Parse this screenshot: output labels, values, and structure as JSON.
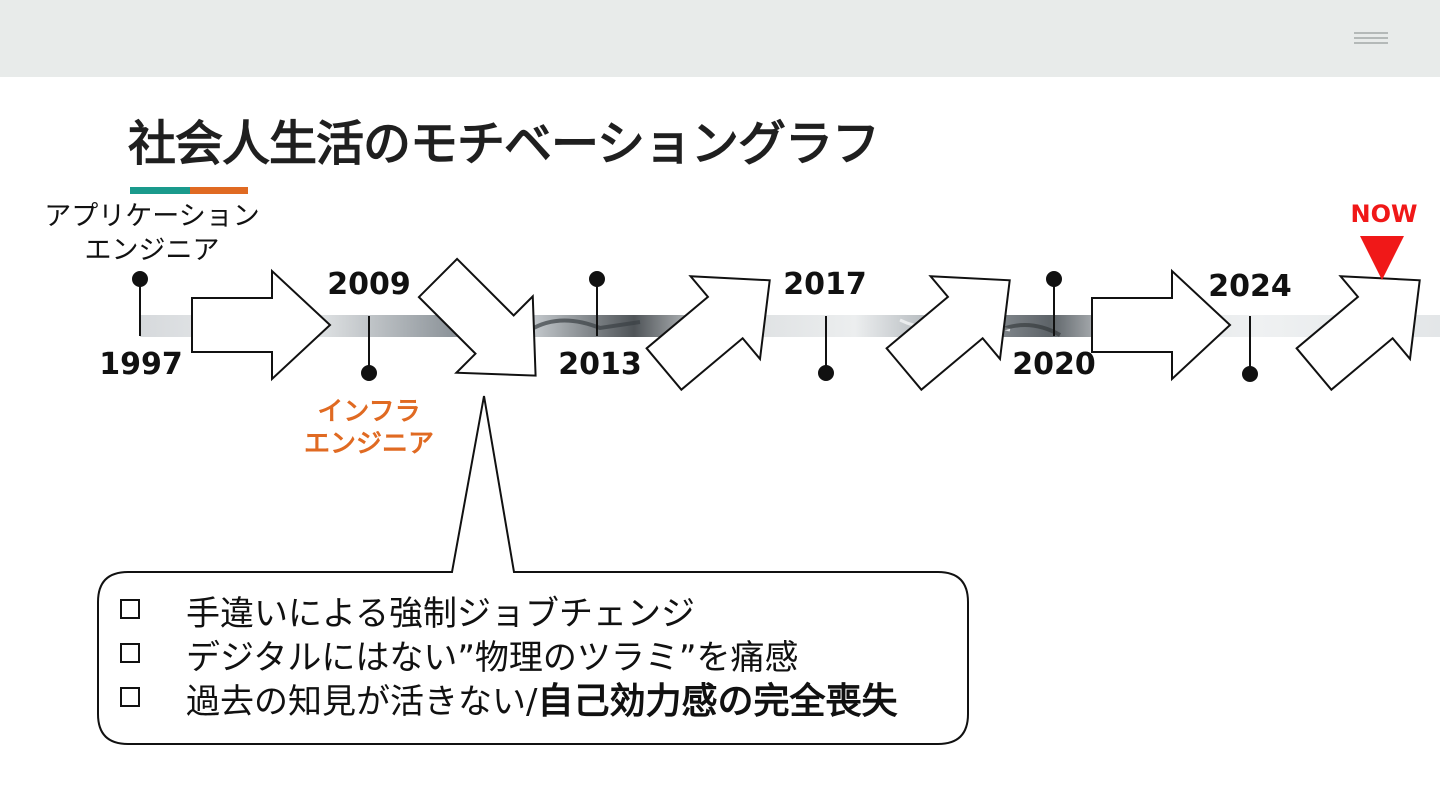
{
  "slide": {
    "title": "社会人生活のモチベーショングラフ",
    "accent_colors": [
      "#1a9a8c",
      "#e06a22"
    ]
  },
  "timeline": {
    "years": [
      {
        "label": "1997",
        "position": "below",
        "marker": "top"
      },
      {
        "label": "2009",
        "position": "above",
        "marker": "bottom"
      },
      {
        "label": "2013",
        "position": "below",
        "marker": "top"
      },
      {
        "label": "2017",
        "position": "above",
        "marker": "bottom"
      },
      {
        "label": "2020",
        "position": "below",
        "marker": "top"
      },
      {
        "label": "2024",
        "position": "above",
        "marker": "bottom"
      }
    ],
    "role_start": {
      "line1": "アプリケーション",
      "line2": "エンジニア"
    },
    "role_change": {
      "line1": "インフラ",
      "line2": "エンジニア",
      "color": "#e06a22"
    },
    "now_label": "NOW",
    "now_color": "#f01818",
    "motivation_arrows": [
      "right",
      "down",
      "up",
      "up",
      "right",
      "up"
    ]
  },
  "callout": {
    "bullet_icon": "checkbox-icon",
    "items": [
      {
        "text": "手違いによる強制ジョブチェンジ"
      },
      {
        "text": "デジタルにはない”物理のツラミ”を痛感"
      },
      {
        "text": "過去の知見が活きない/",
        "strong": "自己効力感の完全喪失"
      }
    ]
  },
  "menu_icon": "hamburger-icon"
}
